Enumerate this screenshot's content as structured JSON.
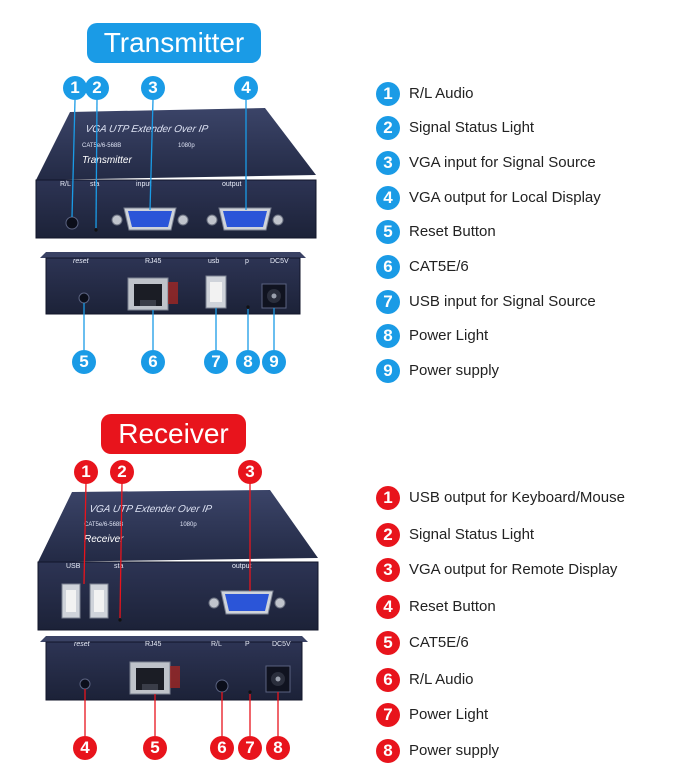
{
  "transmitter": {
    "title": "Transmitter",
    "panel_top": {
      "banner": "VGA UTP Extender Over IP",
      "spec": "CAT5e/6-568B",
      "res": "1080p",
      "name": "Transmitter",
      "port_labels": [
        "R/L",
        "sta",
        "input",
        "output"
      ]
    },
    "panel_bottom": {
      "port_labels": [
        "reset",
        "RJ45",
        "usb",
        "p",
        "DC5V"
      ]
    },
    "callouts": [
      "1",
      "2",
      "3",
      "4",
      "5",
      "6",
      "7",
      "8",
      "9"
    ],
    "legend": [
      {
        "num": "1",
        "label": "R/L Audio"
      },
      {
        "num": "2",
        "label": "Signal Status Light"
      },
      {
        "num": "3",
        "label": "VGA input for Signal Source"
      },
      {
        "num": "4",
        "label": "VGA output for Local Display"
      },
      {
        "num": "5",
        "label": "Reset Button"
      },
      {
        "num": "6",
        "label": "CAT5E/6"
      },
      {
        "num": "7",
        "label": "USB input for Signal Source"
      },
      {
        "num": "8",
        "label": "Power Light"
      },
      {
        "num": "9",
        "label": "Power supply"
      }
    ]
  },
  "receiver": {
    "title": "Receiver",
    "panel_top": {
      "banner": "VGA UTP Extender Over IP",
      "spec": "CAT5e/6-568B",
      "res": "1080p",
      "name": "Receiver",
      "port_labels": [
        "USB",
        "sta",
        "output"
      ]
    },
    "panel_bottom": {
      "port_labels": [
        "reset",
        "RJ45",
        "R/L",
        "P",
        "DC5V"
      ]
    },
    "callouts": [
      "1",
      "2",
      "3",
      "4",
      "5",
      "6",
      "7",
      "8"
    ],
    "legend": [
      {
        "num": "1",
        "label": "USB output for Keyboard/Mouse"
      },
      {
        "num": "2",
        "label": "Signal Status Light"
      },
      {
        "num": "3",
        "label": "VGA output for Remote Display"
      },
      {
        "num": "4",
        "label": "Reset Button"
      },
      {
        "num": "5",
        "label": "CAT5E/6"
      },
      {
        "num": "6",
        "label": "R/L Audio"
      },
      {
        "num": "7",
        "label": "Power Light"
      },
      {
        "num": "8",
        "label": "Power supply"
      }
    ]
  },
  "colors": {
    "transmitter_accent": "#1a9be6",
    "receiver_accent": "#e8141c",
    "device_body": "#2a3150"
  }
}
